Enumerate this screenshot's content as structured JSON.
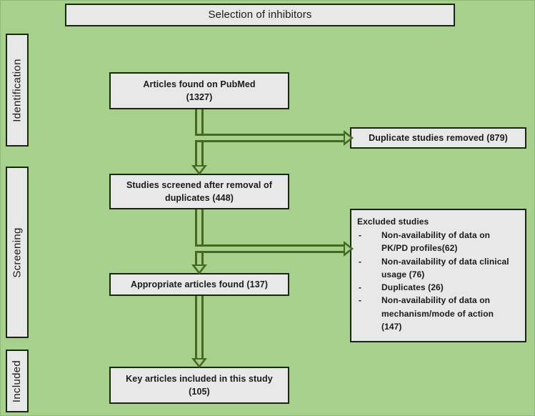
{
  "diagram": {
    "title": "Selection of inhibitors",
    "background_color": "#a8d08d",
    "box_fill_color": "#e8e8e8",
    "box_border_color": "#17280d",
    "arrow_color": "#44691f"
  },
  "stages": [
    {
      "id": "identification",
      "label": "Identification"
    },
    {
      "id": "screening",
      "label": "Screening"
    },
    {
      "id": "included",
      "label": "Included"
    }
  ],
  "nodes": {
    "pubmed": {
      "line1": "Articles found on PubMed",
      "line2": "(1327)",
      "count": 1327
    },
    "duplicates_removed": {
      "text": "Duplicate studies removed (879)",
      "count": 879
    },
    "screened": {
      "line1": "Studies screened after removal of",
      "line2": "duplicates (448)",
      "count": 448
    },
    "appropriate": {
      "text": "Appropriate articles found (137)",
      "count": 137
    },
    "key_articles": {
      "line1": "Key articles included in this study",
      "line2": "(105)",
      "count": 105
    },
    "excluded": {
      "heading": "Excluded studies",
      "items": [
        {
          "dash": "-",
          "line1": "Non-availability of data on",
          "line2": "PK/PD profiles(62)",
          "count": 62
        },
        {
          "dash": "-",
          "line1": "Non-availability of data clinical",
          "line2": "usage (76)",
          "count": 76
        },
        {
          "dash": "-",
          "line1": "Duplicates (26)",
          "line2": "",
          "count": 26
        },
        {
          "dash": "-",
          "line1": "Non-availability of data on",
          "line2": "mechanism/mode of action",
          "line3": "(147)",
          "count": 147
        }
      ]
    }
  },
  "arrows": [
    {
      "id": "pubmed-to-screened",
      "from": "pubmed",
      "to": "screened",
      "direction": "down"
    },
    {
      "id": "to-duplicates",
      "from": "pubmed",
      "to": "duplicates_removed",
      "direction": "right"
    },
    {
      "id": "screened-to-appropriate",
      "from": "screened",
      "to": "appropriate",
      "direction": "down"
    },
    {
      "id": "to-excluded",
      "from": "screened",
      "to": "excluded",
      "direction": "right"
    },
    {
      "id": "appropriate-to-key",
      "from": "appropriate",
      "to": "key_articles",
      "direction": "down"
    }
  ]
}
